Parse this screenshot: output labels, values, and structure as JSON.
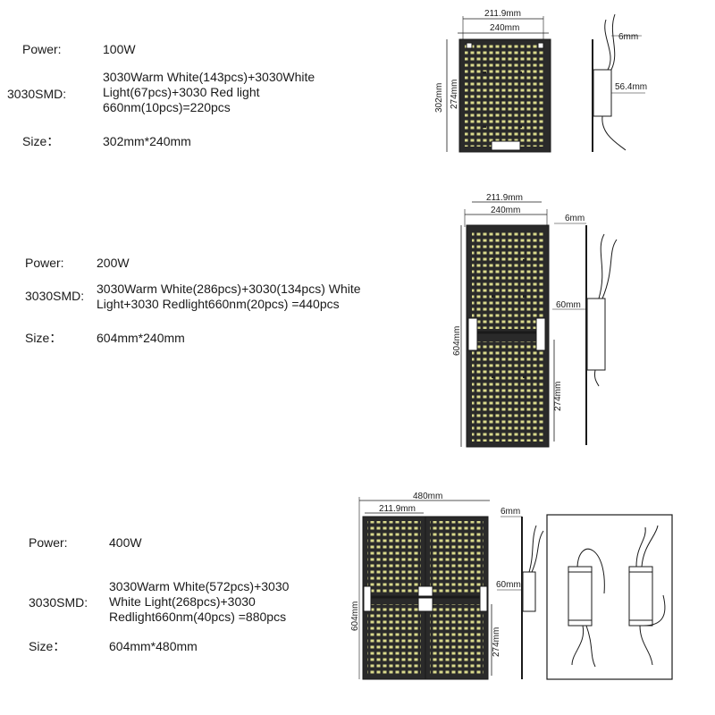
{
  "products": [
    {
      "power_label": "Power:",
      "power_value": "100W",
      "smd_label": "3030SMD:",
      "smd_value": "3030Warm White(143pcs)+3030White\nLight(67pcs)+3030 Red light\n660nm(10pcs)=220pcs",
      "size_label": "Size：",
      "size_value": "302mm*240mm",
      "dims": {
        "inner_width": "211.9mm",
        "width": "240mm",
        "height": "302mm",
        "inner_height": "274mm",
        "thickness": "6mm",
        "driver_depth": "56.4mm"
      }
    },
    {
      "power_label": "Power:",
      "power_value": "200W",
      "smd_label": "3030SMD:",
      "smd_value": "3030Warm White(286pcs)+3030(134pcs) White\nLight+3030 Redlight660nm(20pcs) =440pcs",
      "size_label": "Size：",
      "size_value": "604mm*240mm",
      "dims": {
        "inner_width": "211.9mm",
        "width": "240mm",
        "height": "604mm",
        "inner_height": "274mm",
        "thickness": "6mm",
        "driver_depth": "60mm"
      }
    },
    {
      "power_label": "Power:",
      "power_value": "400W",
      "smd_label": "3030SMD:",
      "smd_value": "3030Warm White(572pcs)+3030\nWhite Light(268pcs)+3030\nRedlight660nm(40pcs)  =880pcs",
      "size_label": "Size：",
      "size_value": "604mm*480mm",
      "dims": {
        "total_width": "480mm",
        "inner_width": "211.9mm",
        "height": "604mm",
        "inner_height": "274mm",
        "thickness": "6mm",
        "driver_depth": "60mm"
      }
    }
  ],
  "colors": {
    "led_warm": "#d9d98c",
    "led_white": "#ffffff",
    "led_red": "#222222",
    "board_bg": "#2a2a2a",
    "line": "#1a1a1a"
  }
}
